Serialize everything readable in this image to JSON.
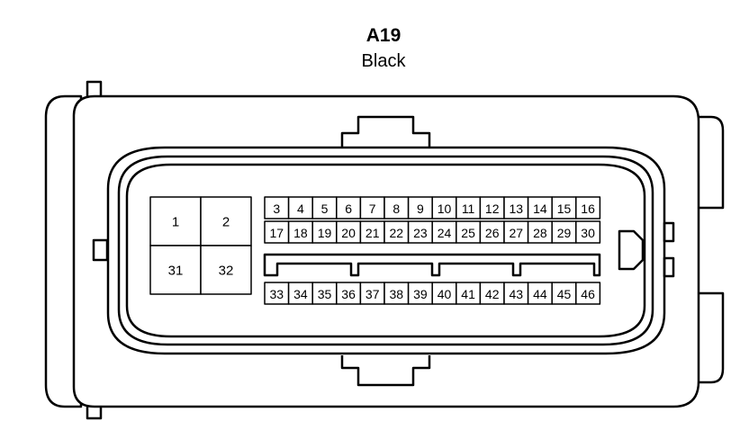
{
  "connector": {
    "id": "A19",
    "color": "Black"
  },
  "pins": {
    "large": [
      "1",
      "2",
      "31",
      "32"
    ],
    "row_top": [
      "3",
      "4",
      "5",
      "6",
      "7",
      "8",
      "9",
      "10",
      "11",
      "12",
      "13",
      "14",
      "15",
      "16"
    ],
    "row_middle": [
      "17",
      "18",
      "19",
      "20",
      "21",
      "22",
      "23",
      "24",
      "25",
      "26",
      "27",
      "28",
      "29",
      "30"
    ],
    "row_bottom": [
      "33",
      "34",
      "35",
      "36",
      "37",
      "38",
      "39",
      "40",
      "41",
      "42",
      "43",
      "44",
      "45",
      "46"
    ]
  },
  "colors": {
    "stroke": "#000000",
    "background": "#ffffff"
  }
}
